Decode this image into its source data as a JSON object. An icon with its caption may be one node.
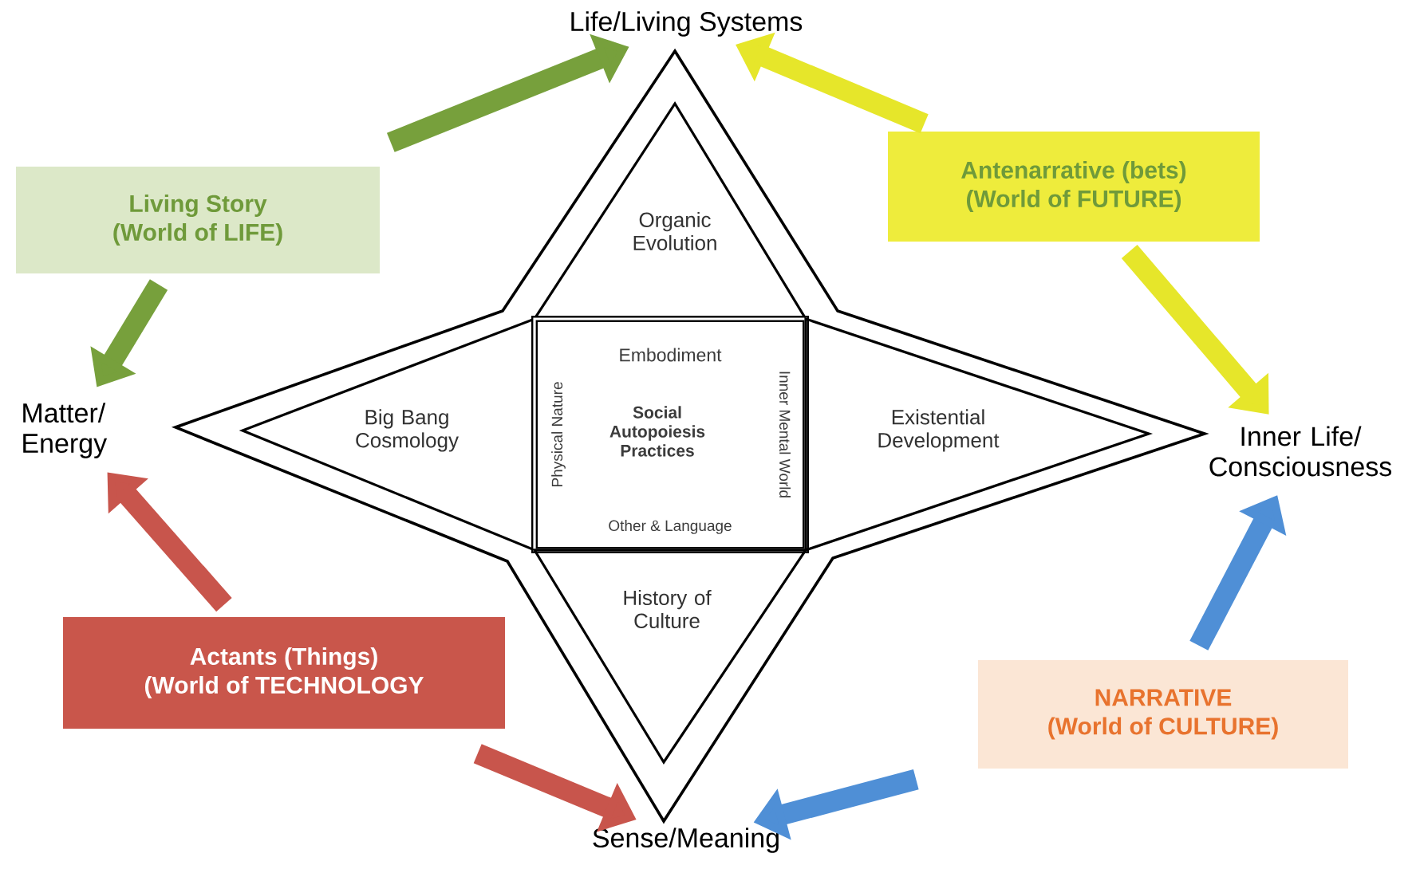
{
  "diagram": {
    "nodes": [
      {
        "text": [
          "Life/Living Systems"
        ]
      },
      {
        "text": [
          "Living Story",
          "(World of LIFE)"
        ]
      },
      {
        "text": [
          "Antenarrative (bets)",
          "(World of FUTURE)"
        ]
      },
      {
        "text": [
          "Matter/ Energy"
        ]
      },
      {
        "text": [],
        "shape": "star"
      },
      {
        "text": [
          "Organic Evolution"
        ],
        "in": 4
      },
      {
        "text": [
          "Big Bang Cosmology"
        ],
        "in": 4
      },
      {
        "text": [
          "Embodiment",
          "Physical Nature",
          "Social Autopoiesis Practices",
          "Inner Mental World",
          "Other & Language"
        ],
        "in": 4
      },
      {
        "text": [
          "Existential Development"
        ],
        "in": 4
      },
      {
        "text": [
          "Inner Life/ Consciousness"
        ]
      },
      {
        "text": [
          "History of Culture"
        ],
        "in": 4
      },
      {
        "text": [
          "Actants (Things)",
          "(World of TECHNOLOGY"
        ]
      },
      {
        "text": [
          "NARRATIVE",
          "(World of CULTURE)"
        ]
      },
      {
        "text": [
          "Sense/Meaning"
        ]
      }
    ],
    "edges": [
      {
        "from": 1,
        "to": 0,
        "arrow": "to",
        "color": "#77a03c"
      },
      {
        "from": 1,
        "to": 3,
        "arrow": "to",
        "color": "#77a03c"
      },
      {
        "from": 2,
        "to": 0,
        "arrow": "to",
        "color": "#e6e62a"
      },
      {
        "from": 2,
        "to": 9,
        "arrow": "to",
        "color": "#e6e62a"
      },
      {
        "from": 11,
        "to": 3,
        "arrow": "to",
        "color": "#c8554c"
      },
      {
        "from": 11,
        "to": 13,
        "arrow": "to",
        "color": "#c8554c"
      },
      {
        "from": 12,
        "to": 9,
        "arrow": "to",
        "color": "#4f8fd6"
      },
      {
        "from": 12,
        "to": 13,
        "arrow": "to",
        "color": "#4f8fd6"
      }
    ]
  }
}
